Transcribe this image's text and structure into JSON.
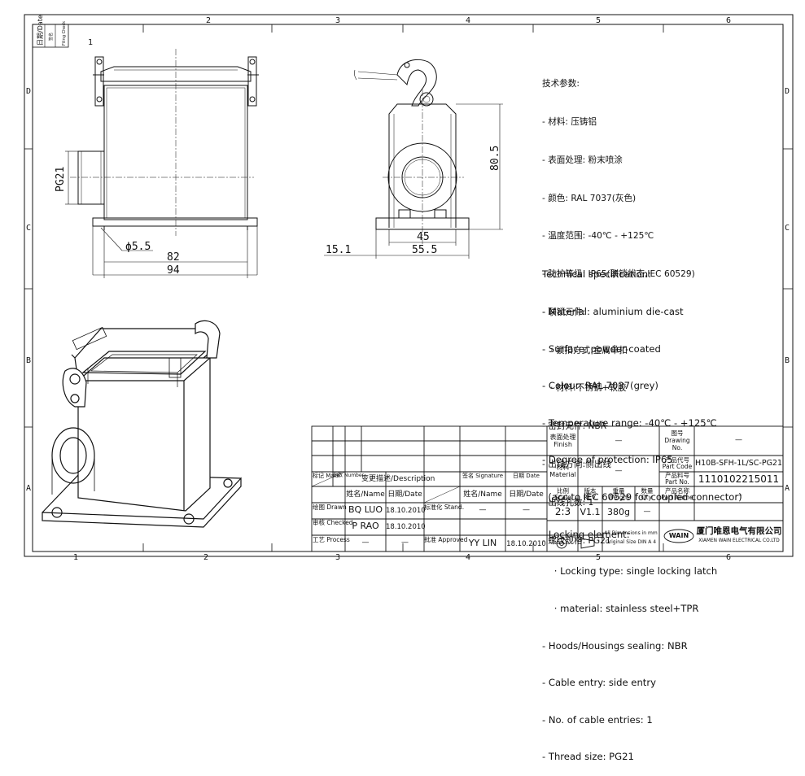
{
  "frame": {
    "col_numbers_top": [
      "1",
      "2",
      "3",
      "4",
      "5",
      "6"
    ],
    "col_numbers_bottom": [
      "1",
      "2",
      "3",
      "4",
      "5",
      "6"
    ],
    "row_letters_right": [
      "D",
      "C",
      "B",
      "A"
    ],
    "row_letters_left": [
      "D",
      "C",
      "B",
      "A"
    ],
    "corner_labels": [
      "日期/Date",
      "签名",
      "Filing Check"
    ]
  },
  "dimensions": {
    "pg": "PG21",
    "hole": "ϕ5.5",
    "w82": "82",
    "w94": "94",
    "h80": "80.5",
    "d45": "45",
    "d55": "55.5",
    "d15": "15.1"
  },
  "spec_cn": {
    "heading": "技术参数:",
    "lines": [
      "- 材料: 压铸铝",
      "- 表面处理: 粉末喷涂",
      "- 颜色: RAL 7037(灰色)",
      "- 温度范围: -40℃ - +125℃",
      "- 防护等级: IP65(联锁状态,IEC 60529)",
      "- 联锁元件:",
      "   · 锁扣方式:金属单扣",
      "   · 材料:不锈钢+软胶",
      "- 密封元件: NBR",
      "- 出线方向:侧出线",
      "- 出线孔数: 1",
      "- 螺纹规格: PG21"
    ]
  },
  "spec_en": {
    "heading": "Technical specification:",
    "lines": [
      "- Material: aluminium die-cast",
      "- Surface: powder-coated",
      "- Colour: RAL 7037(grey)",
      "- Temperature range: -40℃ - +125℃",
      "- Degree of protection: IP65",
      "  (acc.to IEC 60529 for coupled connector)",
      "- Locking element:",
      "    · Locking type: single locking latch",
      "    · material: stainless steel+TPR",
      "- Hoods/Housings sealing: NBR",
      "- Cable entry: side entry",
      "- No. of cable entries: 1",
      "- Thread size: PG21"
    ]
  },
  "revision_block": {
    "mark": "标记 Mark",
    "number": "处数 Number",
    "description": "变更描述/Description",
    "signature": "签名 Signature",
    "date": "日期 Date",
    "name_col": "姓名/Name",
    "date_col": "日期/Date",
    "name_col2": "姓名/Name",
    "date_col2": "日期/Date",
    "drawn_label": "绘图 Drawn",
    "drawn_name": "BQ LUO",
    "drawn_date": "18.10.2010",
    "stand_label": "标准化 Stand.",
    "stand_name": "—",
    "stand_date": "—",
    "checked_label": "审核 Checked",
    "checked_name": "P RAO",
    "checked_date": "18.10.2010",
    "process_label": "工艺 Process",
    "process_name": "—",
    "process_date": "—",
    "approved_label": "批准 Approved",
    "approved_name": "YY LIN",
    "approved_date": "18.10.2010"
  },
  "title_block": {
    "finish_label": "表面处理 Finish",
    "finish_value": "—",
    "material_label": "材料 Material",
    "material_value": "—",
    "scale_label": "比例 Scale",
    "scale_value": "2:3",
    "rev_label": "版本 REV.",
    "rev_value": "V1.1",
    "weight_label": "重量 Weight",
    "weight_value": "380g",
    "qty_label": "数量 Qty.",
    "qty_value": "—",
    "dims_note_1": "All Dimensions in mm",
    "dims_note_2": "Original Size DIN A 4",
    "drawing_no_label": "图号 Drawing No.",
    "drawing_no_value": "—",
    "part_code_label": "产品代号 Part Code",
    "part_code_value": "H10B-SFH-1L/SC-PG21",
    "part_no_label": "产品料号 Part No.",
    "part_no_value": "1110102215011",
    "part_name_label": "产品名称 Part Name",
    "part_name_value": "—",
    "company_cn": "厦门唯恩电气有限公司",
    "company_en": "XIAMEN WAIN ELECTRICAL CO.LTD",
    "logo_text": "WAIN"
  }
}
